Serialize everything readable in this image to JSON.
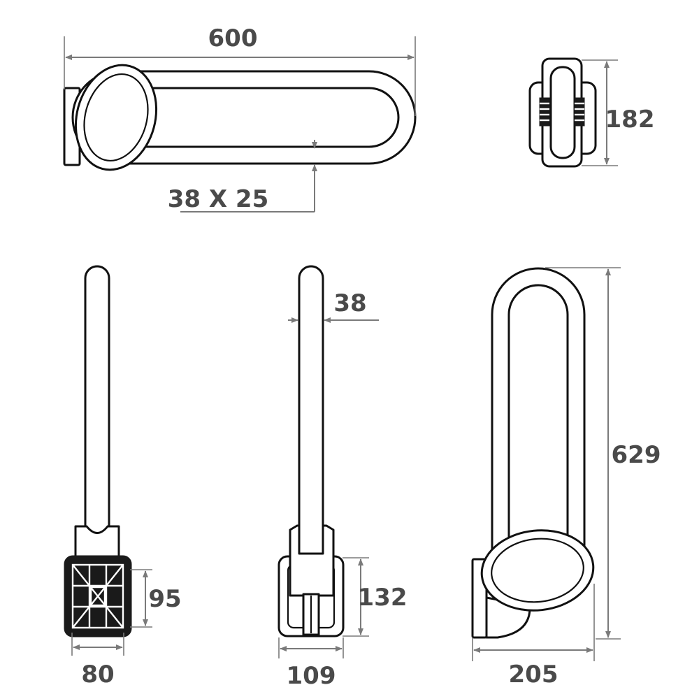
{
  "dimensions": {
    "length": "600",
    "profile": "38 X 25",
    "plate_height": "182",
    "plate_inner_height": "95",
    "plate_width": "80",
    "tube_diameter": "38",
    "bracket_height": "132",
    "bracket_width": "109",
    "total_height": "629",
    "depth": "205"
  }
}
